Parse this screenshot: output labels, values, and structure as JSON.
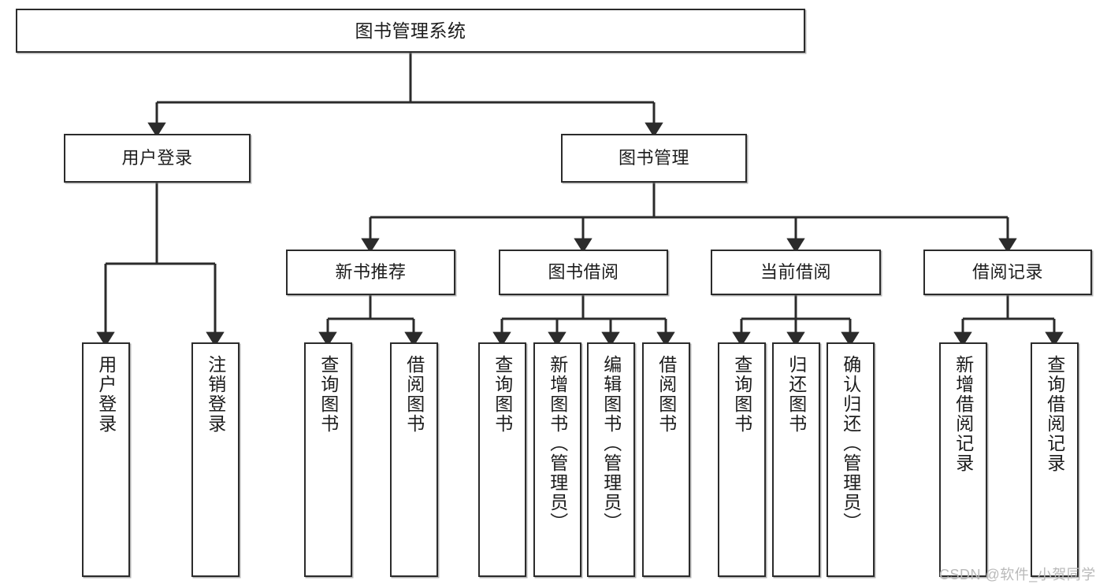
{
  "diagram": {
    "type": "tree",
    "title": "图书管理系统",
    "watermark": "CSDN @软件_小贺同学",
    "colors": {
      "stroke": "#2b2b2b",
      "fill": "#ffffff",
      "text": "#1c1c1c",
      "watermark": "#b9b9b9",
      "background": "#ffffff"
    },
    "nodes": {
      "root": {
        "label": "图书管理系统"
      },
      "level2": [
        {
          "label": "用户登录"
        },
        {
          "label": "图书管理"
        }
      ],
      "level3": [
        {
          "label": "新书推荐"
        },
        {
          "label": "图书借阅"
        },
        {
          "label": "当前借阅"
        },
        {
          "label": "借阅记录"
        }
      ],
      "leaves": {
        "user_login": [
          {
            "label": "用户登录"
          },
          {
            "label": "注销登录"
          }
        ],
        "new_book_recommend": [
          {
            "label": "查询图书"
          },
          {
            "label": "借阅图书"
          }
        ],
        "book_borrow": [
          {
            "label": "查询图书"
          },
          {
            "label": "新增图书（管理员）"
          },
          {
            "label": "编辑图书（管理员）"
          },
          {
            "label": "借阅图书"
          }
        ],
        "current_borrow": [
          {
            "label": "查询图书"
          },
          {
            "label": "归还图书"
          },
          {
            "label": "确认归还（管理员）"
          }
        ],
        "borrow_record": [
          {
            "label": "新增借阅记录"
          },
          {
            "label": "查询借阅记录"
          }
        ]
      }
    }
  }
}
